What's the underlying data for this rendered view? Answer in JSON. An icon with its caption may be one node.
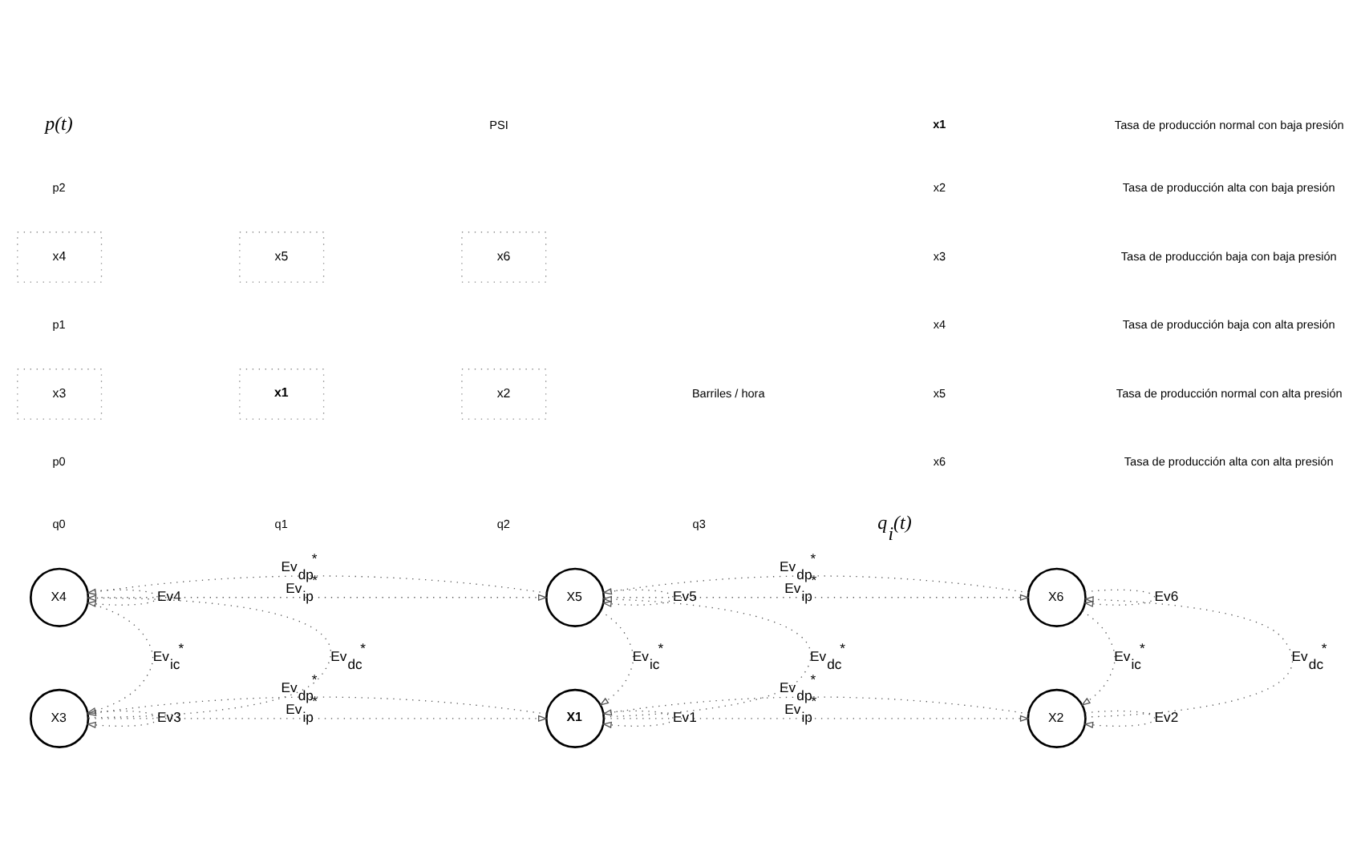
{
  "diagram": {
    "nodes": [
      {
        "text": [
          "x4"
        ]
      },
      {
        "text": [
          "x5"
        ]
      },
      {
        "text": [
          "x6"
        ]
      },
      {
        "text": [
          "x3"
        ]
      },
      {
        "text": [
          "x1"
        ]
      },
      {
        "text": [
          "x2"
        ]
      },
      {
        "text": [
          "X4"
        ]
      },
      {
        "text": [
          "X5"
        ]
      },
      {
        "text": [
          "X6"
        ]
      },
      {
        "text": [
          "X3"
        ]
      },
      {
        "text": [
          "X1"
        ]
      },
      {
        "text": [
          "X2"
        ]
      }
    ],
    "edges": [
      {
        "from": 6,
        "to": 6,
        "arrow": "to",
        "label": "Ev4"
      },
      {
        "from": 7,
        "to": 7,
        "arrow": "to",
        "label": "Ev5"
      },
      {
        "from": 8,
        "to": 8,
        "arrow": "to",
        "label": "Ev6"
      },
      {
        "from": 6,
        "to": 7,
        "arrow": "to",
        "label": "Ev$_{ip}$$^{*}$"
      },
      {
        "from": 7,
        "to": 8,
        "arrow": "to",
        "label": "Ev$_{ip}$$^{*}$"
      },
      {
        "from": 7,
        "to": 6,
        "arrow": "to",
        "label": "Ev$_{dp}$$^{*}$"
      },
      {
        "from": 8,
        "to": 7,
        "arrow": "to",
        "label": "Ev$_{dp}$$^{*}$"
      },
      {
        "from": 9,
        "to": 6,
        "arrow": "to",
        "label": "Ev$_{dc}$$^{*}$"
      },
      {
        "from": 6,
        "to": 9,
        "arrow": "to",
        "label": "Ev$_{ic}$$^{*}$"
      },
      {
        "from": 10,
        "to": 7,
        "arrow": "to",
        "label": "Ev$_{dc}$$^{*}$"
      },
      {
        "from": 7,
        "to": 10,
        "arrow": "to",
        "label": "Ev$_{ic}$$^{*}$"
      },
      {
        "from": 11,
        "to": 8,
        "arrow": "to",
        "label": "Ev$_{dc}$$^{*}$"
      },
      {
        "from": 8,
        "to": 11,
        "arrow": "to",
        "label": "Ev$_{ic}$$^{*}$"
      },
      {
        "from": 9,
        "to": 9,
        "arrow": "to",
        "label": "Ev3"
      },
      {
        "from": 10,
        "to": 10,
        "arrow": "to",
        "label": "Ev1"
      },
      {
        "from": 11,
        "to": 11,
        "arrow": "to",
        "label": "Ev2"
      },
      {
        "from": 9,
        "to": 10,
        "arrow": "to",
        "label": "Ev$_{ip}$$^{*}$"
      },
      {
        "from": 10,
        "to": 11,
        "arrow": "to",
        "label": "Ev$_{ip}$$^{*}$"
      },
      {
        "from": 10,
        "to": 9,
        "arrow": "to",
        "label": "Ev$_{dp}$$^{*}$"
      },
      {
        "from": 11,
        "to": 10,
        "arrow": "to",
        "label": "Ev$_{dp}$$^{*}$"
      }
    ],
    "labels": [
      "p(t)",
      "PSI",
      "p2",
      "p1",
      "p0",
      "q0",
      "q1",
      "q2",
      "q3",
      "Barriles / hora",
      "q$_{i}$(t)",
      "x1",
      "Tasa de producción normal con baja presión",
      "x2",
      "Tasa de producción alta con baja presión",
      "x3",
      "Tasa de producción baja con baja presión",
      "x4",
      "Tasa de producción baja con alta presión",
      "x5",
      "Tasa de producción normal con alta presión",
      "x6",
      "Tasa de producción alta con alta presión"
    ]
  }
}
